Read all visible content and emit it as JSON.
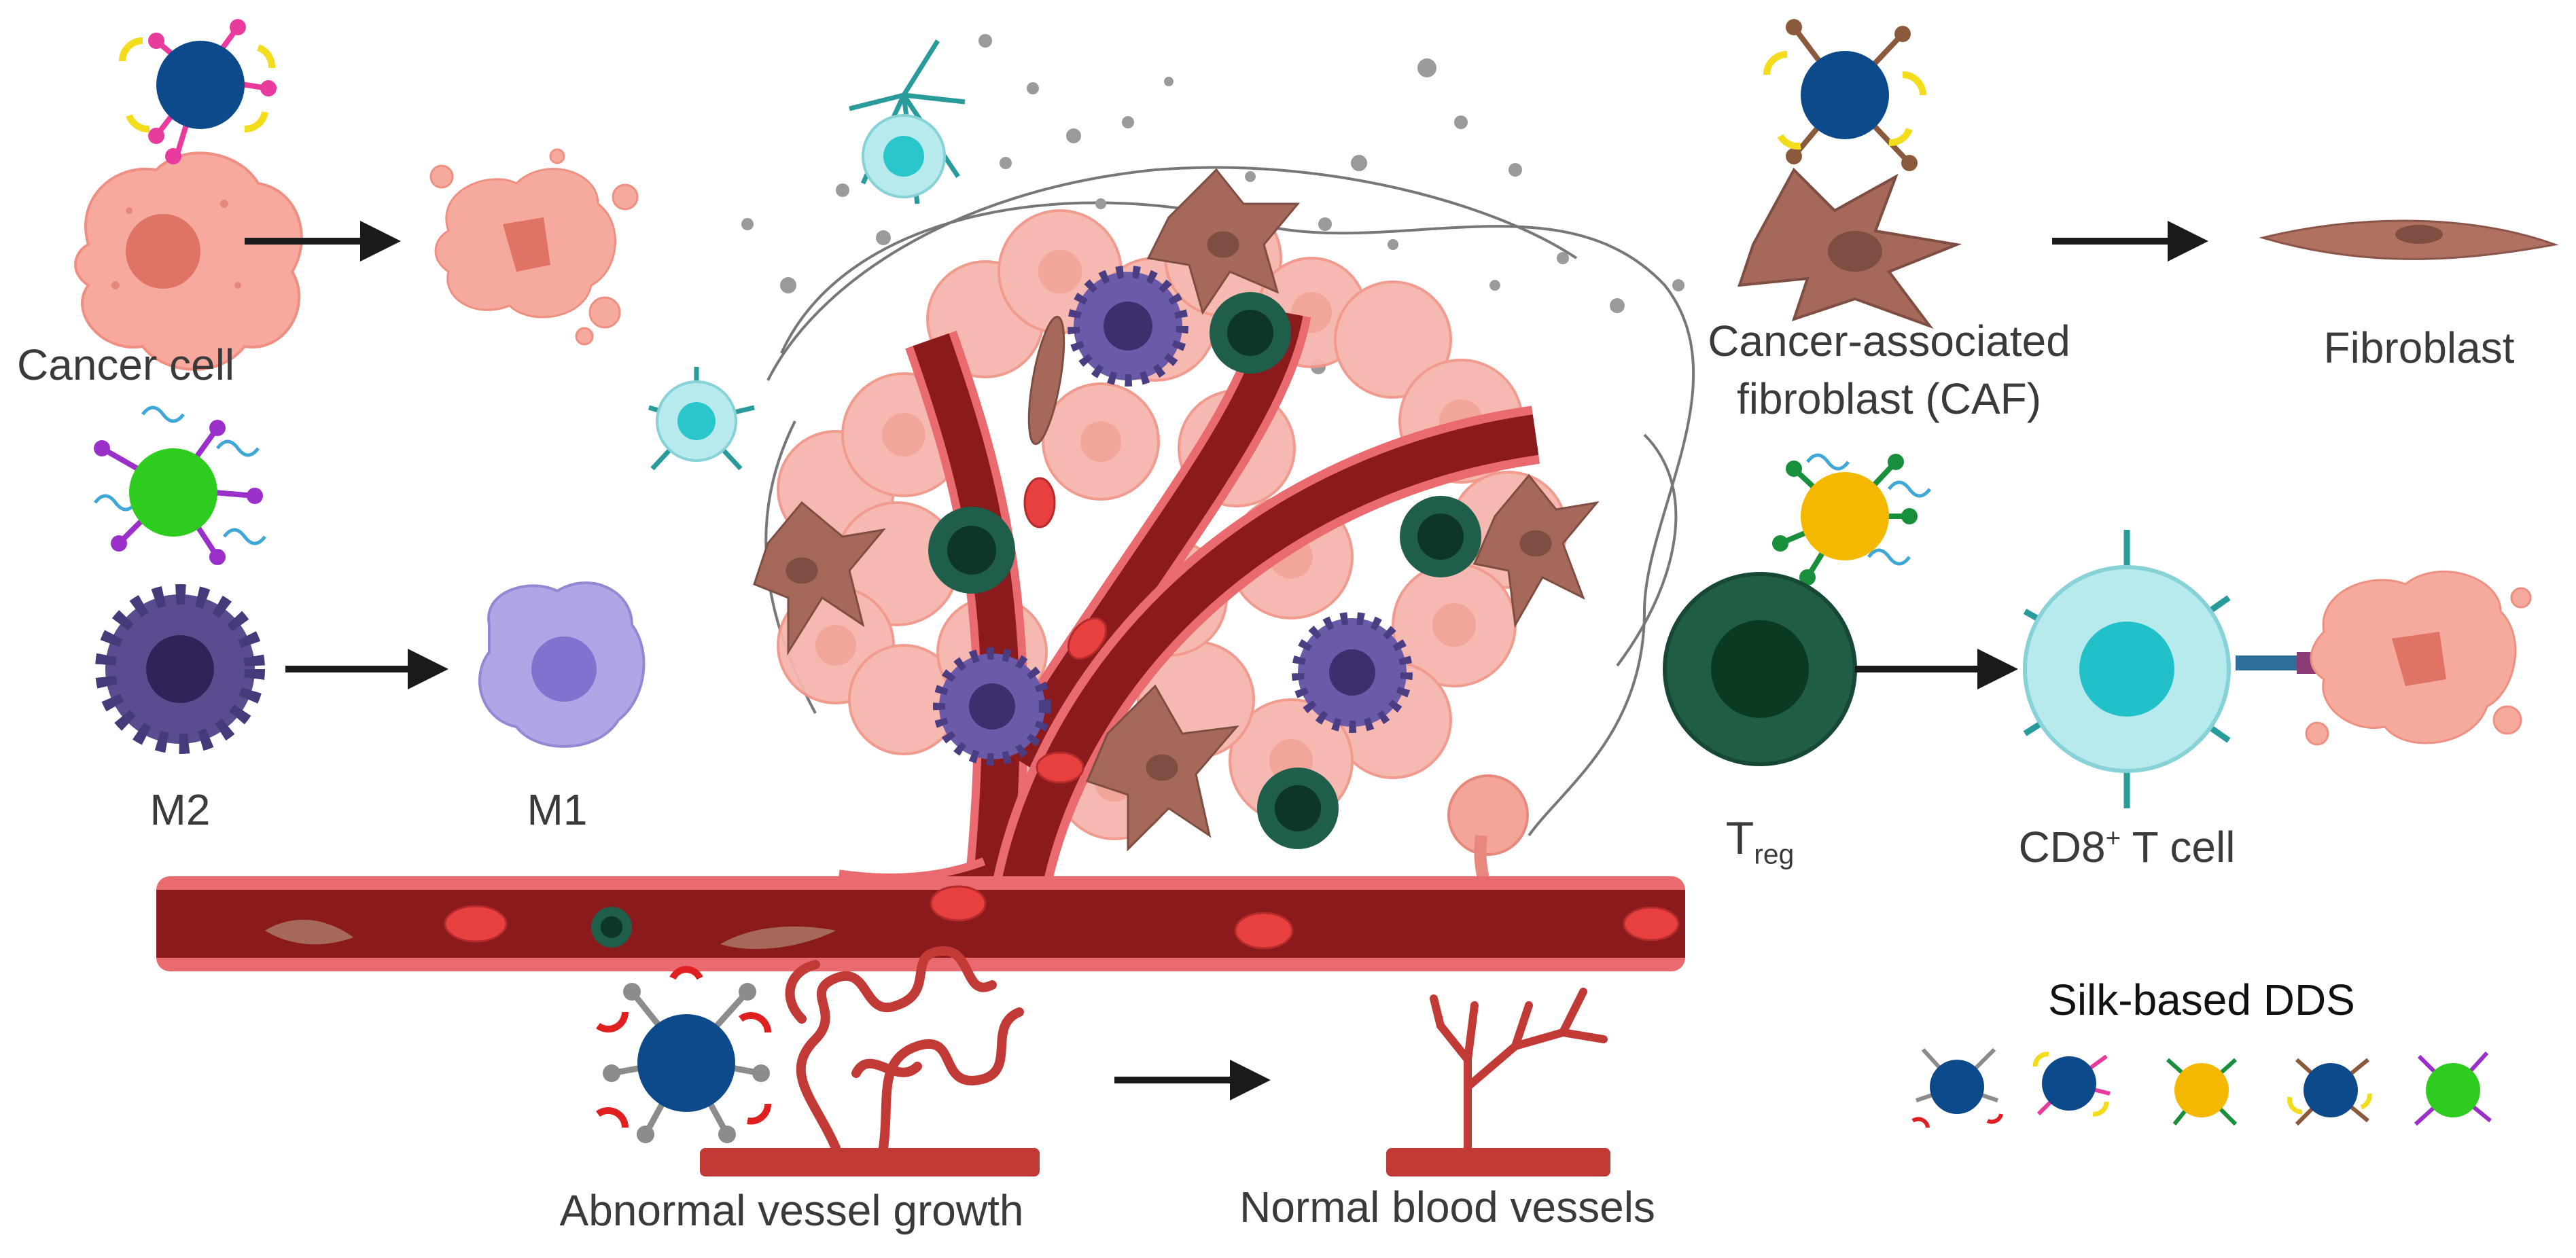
{
  "labels": {
    "cancer_cell": "Cancer cell",
    "m2": "M2",
    "m1": "M1",
    "caf_line1": "Cancer-associated",
    "caf_line2": "fibroblast (CAF)",
    "fibroblast": "Fibroblast",
    "treg_main": "T",
    "treg_sub": "reg",
    "cd8_main": "CD8",
    "cd8_sup": "+",
    "cd8_rest": " T cell",
    "abnormal": "Abnormal vessel growth",
    "normal": "Normal blood vessels",
    "dds_title": "Silk-based DDS"
  },
  "colors": {
    "cancer": "#f4a59a",
    "cancer_nucleus": "#e07b6e",
    "m2": "#5b4b8f",
    "m1": "#a99de0",
    "caf": "#a5685a",
    "treg": "#1f5e45",
    "cd8": "#a8e3e6",
    "vessel_dark": "#8b1a1c",
    "vessel_light": "#e8555a",
    "nano_blue": "#0d4a8c",
    "nano_green": "#2ecc1e",
    "nano_orange": "#f5b800",
    "arrow": "#1a1a1a"
  }
}
